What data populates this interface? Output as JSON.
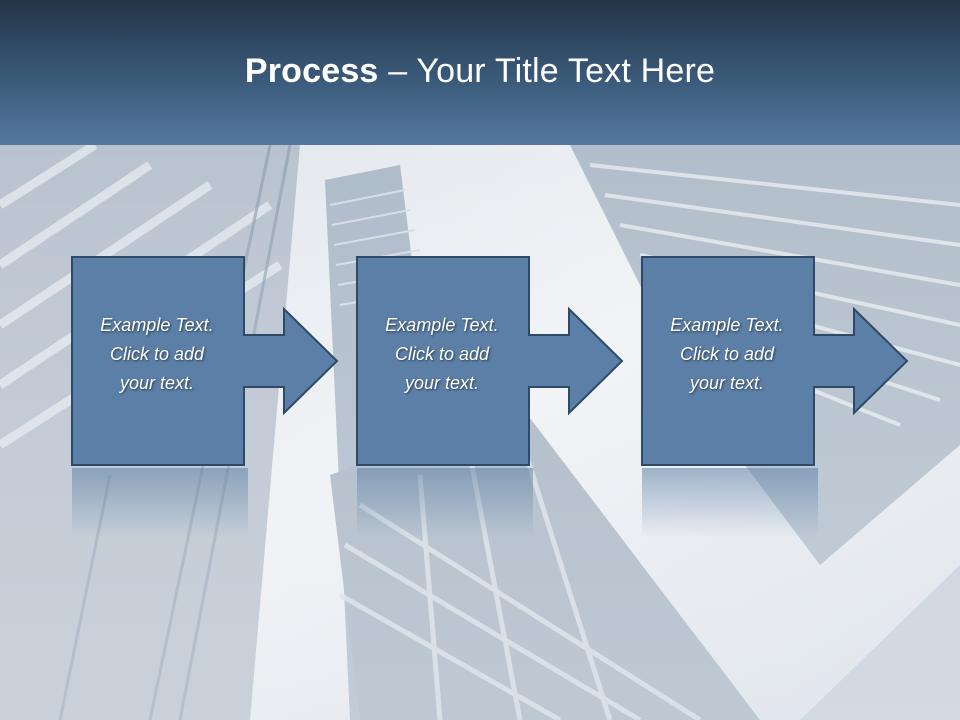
{
  "slide": {
    "title_bold": "Process",
    "title_rest": " – Your Title Text Here"
  },
  "steps": [
    {
      "line1": "Example Text.",
      "line2": "Click  to add",
      "line3": "your text."
    },
    {
      "line1": "Example Text.",
      "line2": "Click  to add",
      "line3": "your text."
    },
    {
      "line1": "Example Text.",
      "line2": "Click  to add",
      "line3": "your text."
    }
  ],
  "colors": {
    "header_dark": "#243447",
    "header_light": "#54799d",
    "shape_fill": "#5b7fa6",
    "shape_border": "#2e4a66",
    "text": "#ffffff"
  }
}
